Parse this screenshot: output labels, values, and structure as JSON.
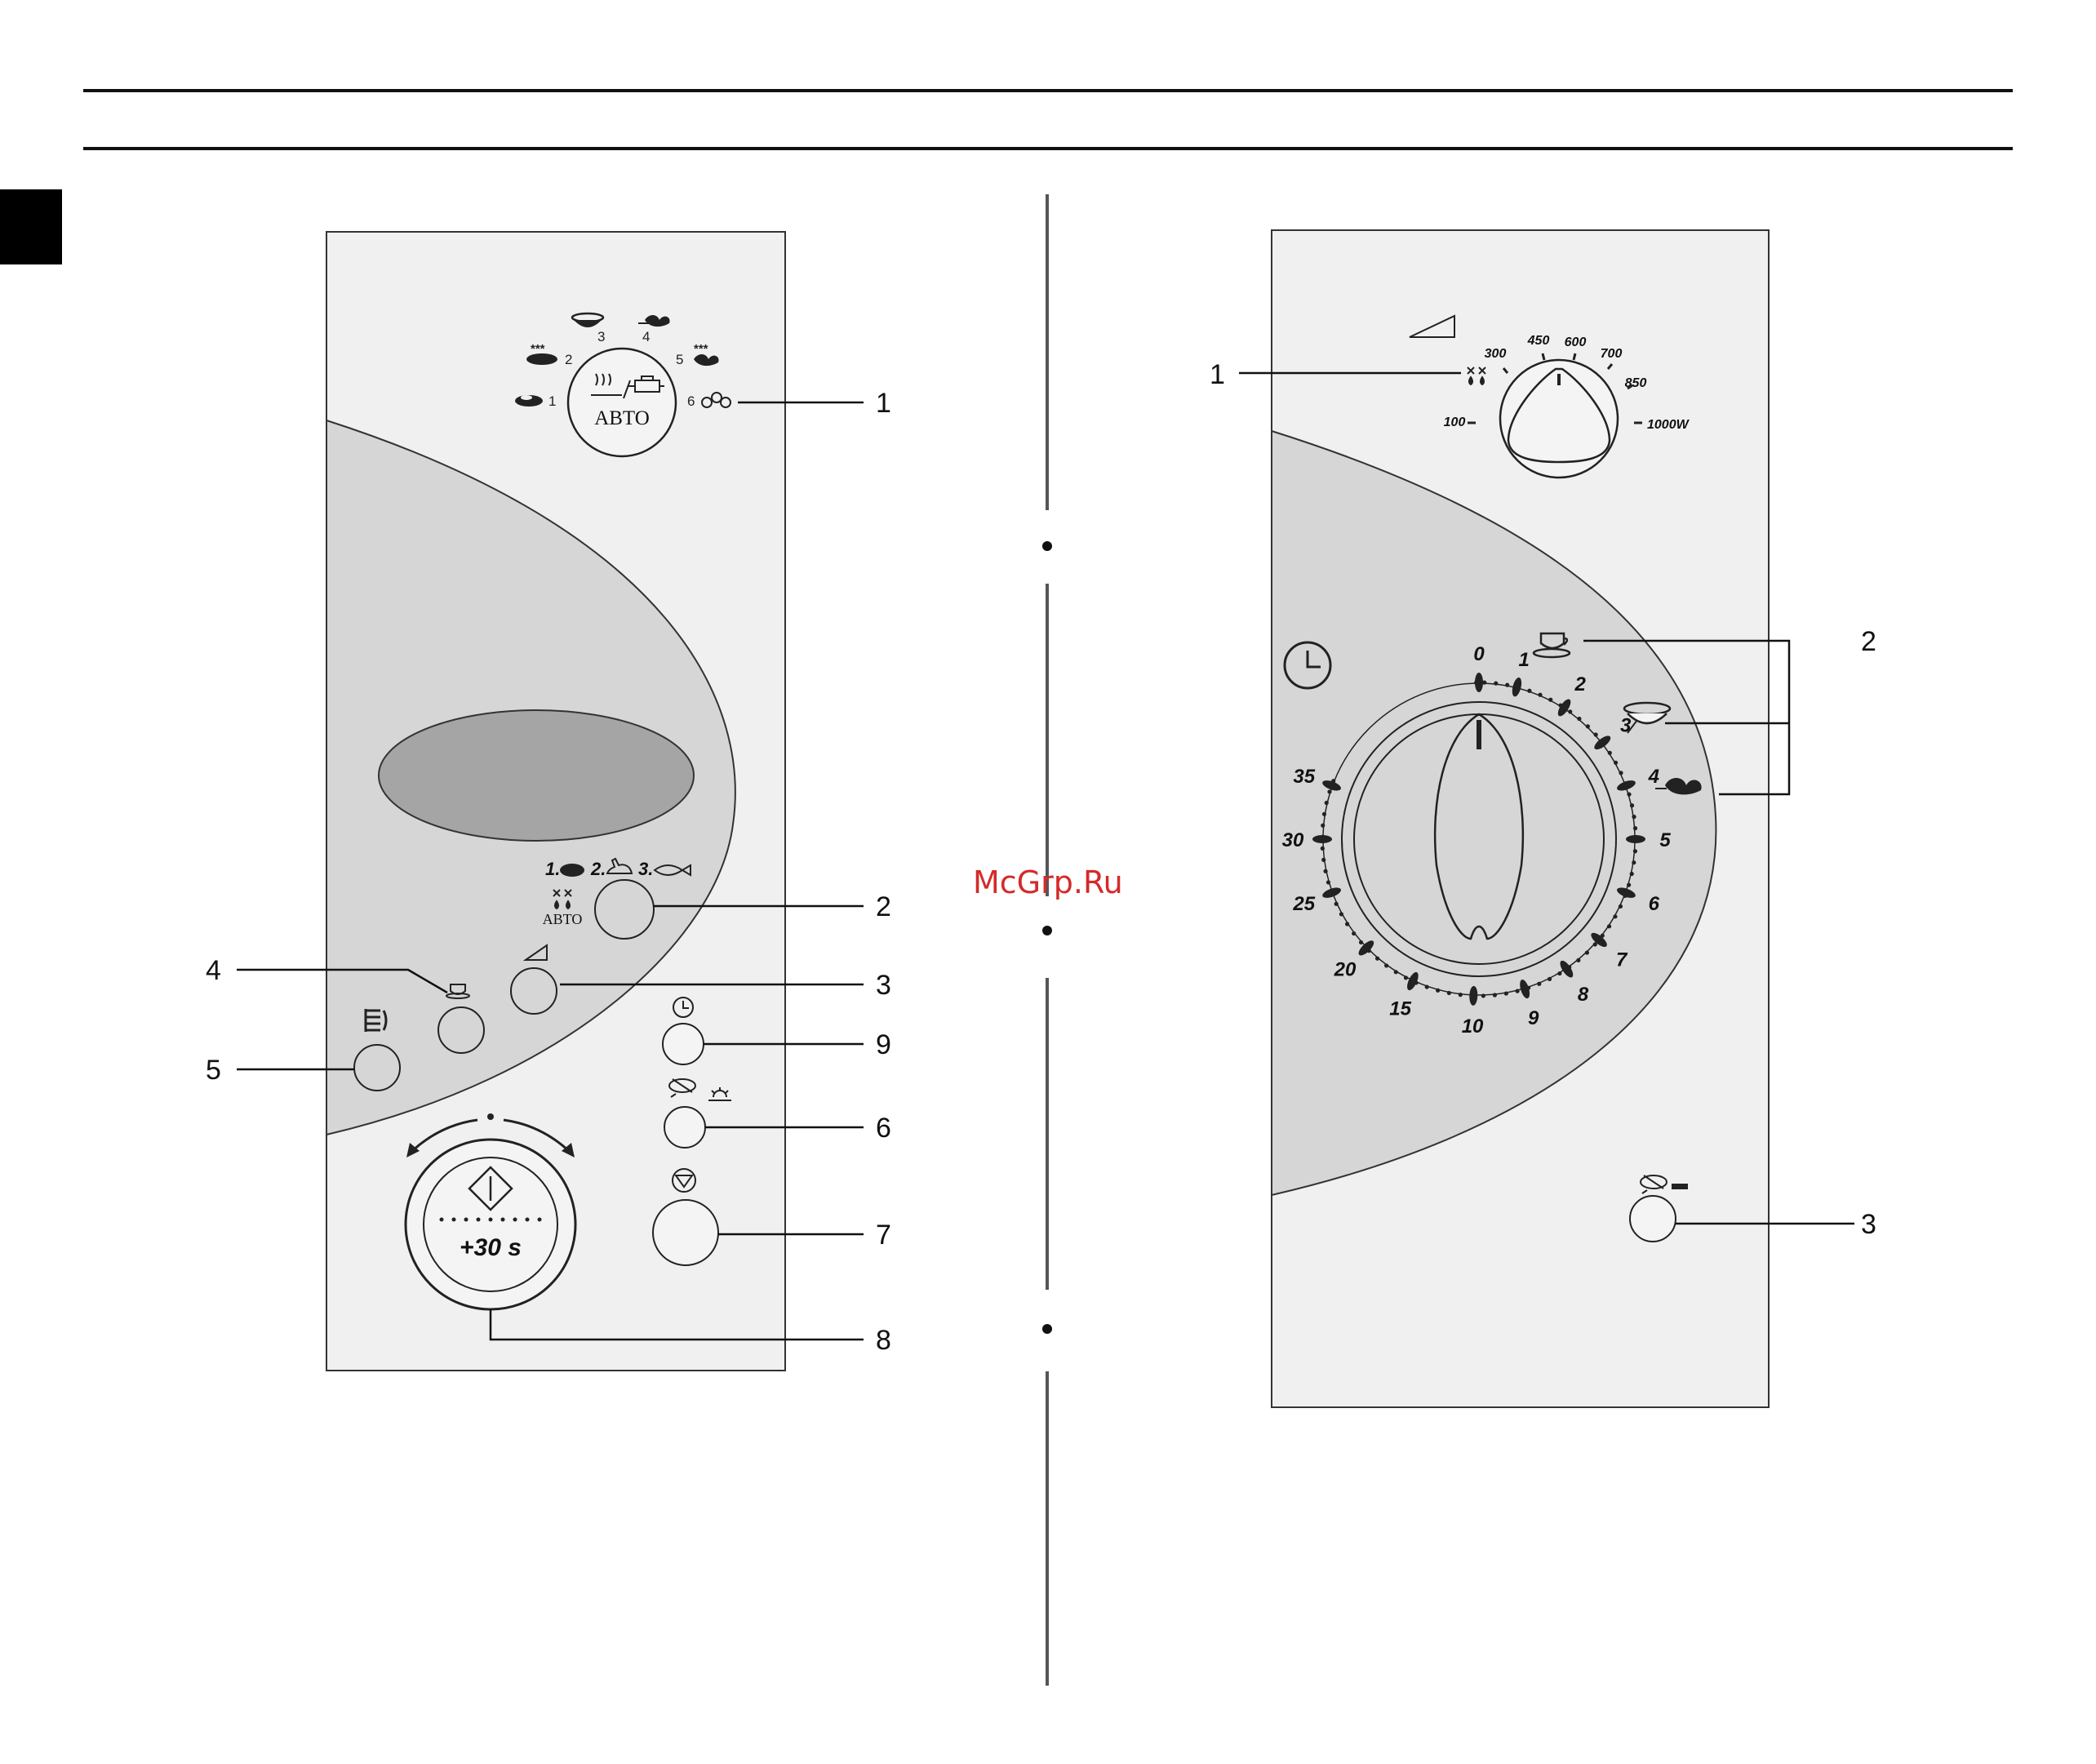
{
  "watermark": "McGrp.Ru",
  "left_panel": {
    "auto_dial": {
      "label": "ABTO",
      "positions": [
        "1",
        "2",
        "3",
        "4",
        "5",
        "6"
      ]
    },
    "auto_defrost_button": {
      "options": [
        "1.",
        "2.",
        "3."
      ],
      "label": "ABTO"
    },
    "timer_button_label": "+30 s",
    "callouts": [
      "1",
      "2",
      "3",
      "4",
      "5",
      "6",
      "7",
      "8",
      "9"
    ]
  },
  "right_panel": {
    "power_dial": {
      "marks": [
        "100",
        "300",
        "450",
        "600",
        "700",
        "850",
        "1000W"
      ]
    },
    "timer_dial": {
      "marks": [
        "0",
        "1",
        "2",
        "3",
        "4",
        "5",
        "6",
        "7",
        "8",
        "9",
        "10",
        "15",
        "20",
        "25",
        "30",
        "35"
      ]
    },
    "callouts": [
      "1",
      "2",
      "3"
    ]
  },
  "colors": {
    "panel": "#f0f0f0",
    "ellipse_band": "#d6d6d6",
    "display_window": "#a5a5a5",
    "line": "#222222",
    "watermark": "#d42a2a"
  },
  "icons": [
    "defrost-icon",
    "cup-icon",
    "bowl-icon",
    "vegetables-icon",
    "meat-icon",
    "poultry-icon",
    "fish-icon",
    "clock-icon",
    "power-wedge-icon",
    "stop-icon",
    "start-icon",
    "grill-icon",
    "turntable-icon"
  ]
}
